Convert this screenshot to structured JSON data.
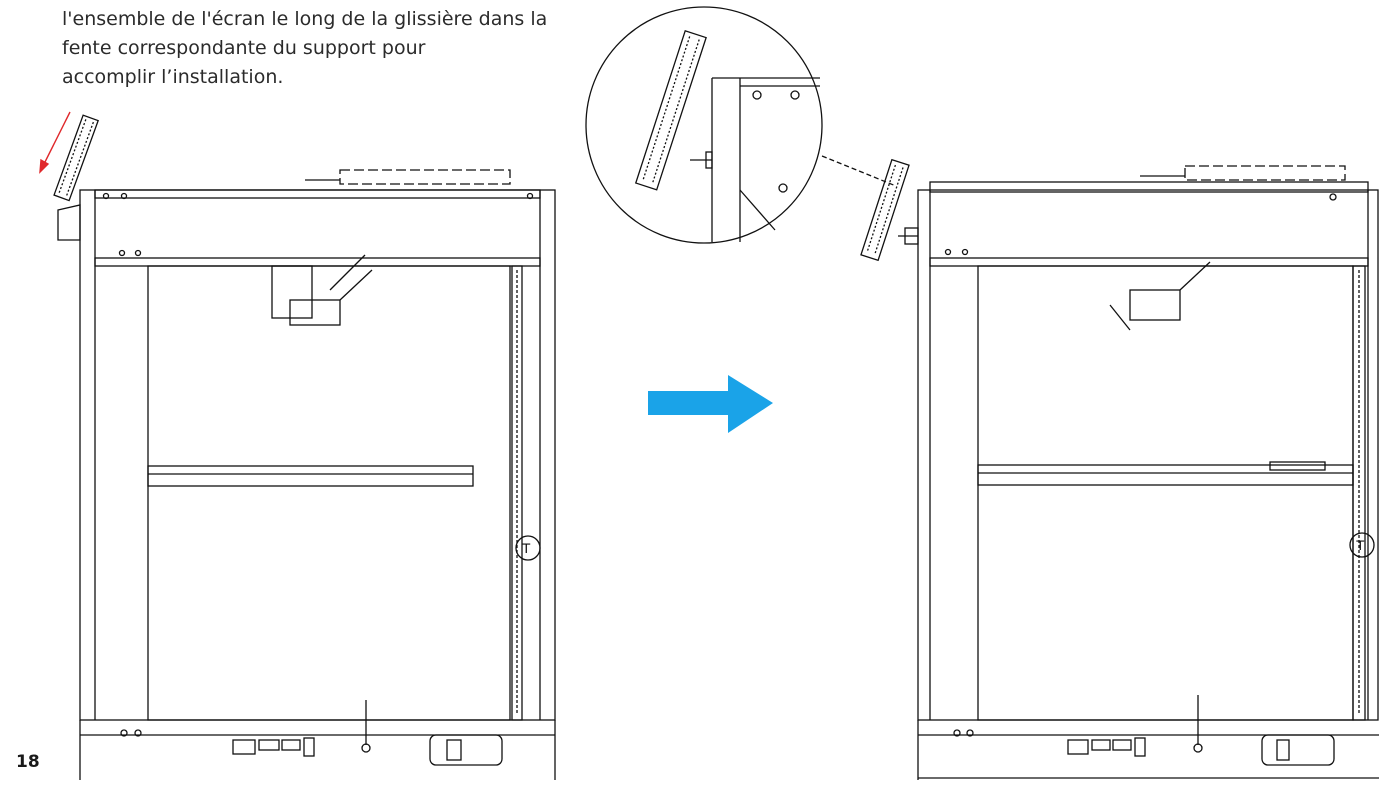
{
  "instruction": {
    "lines": [
      "l'ensemble de l'écran le long de la glissière dans la",
      "fente correspondante du support pour",
      "accomplir l’installation."
    ]
  },
  "page_number": "18",
  "colors": {
    "arrow_next": "#1aa3e8",
    "arrow_motion": "#e0292c",
    "line_art": "#111111"
  },
  "icons": {
    "next_step": "right-arrow-icon",
    "motion": "motion-arrow-icon",
    "detail": "magnifier-detail-icon"
  }
}
